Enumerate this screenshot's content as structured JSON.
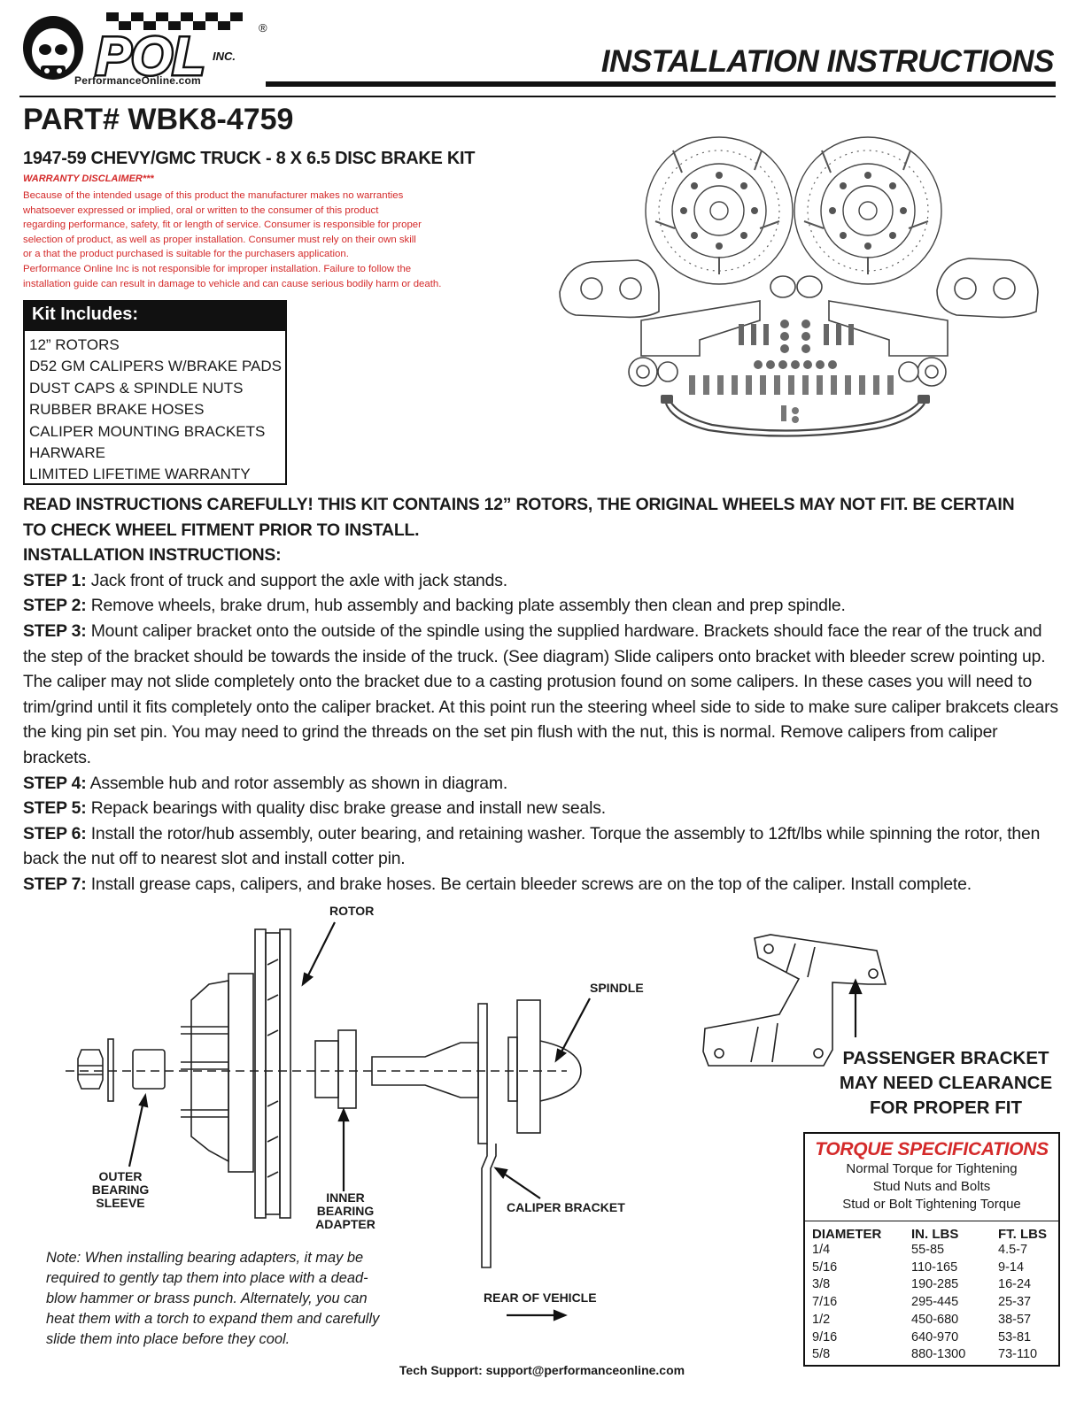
{
  "header": {
    "logo_url_text": "PerformanceOnline.com",
    "logo_letters": "POL",
    "logo_suffix": "INC.",
    "registered": "®",
    "title": "INSTALLATION INSTRUCTIONS"
  },
  "product": {
    "part_number": "PART# WBK8-4759",
    "subtitle": "1947-59 CHEVY/GMC TRUCK - 8 X 6.5 DISC BRAKE KIT"
  },
  "warranty": {
    "title": "WARRANTY DISCLAIMER***",
    "lines": [
      "Because of the intended usage of this product the manufacturer makes no warranties",
      "whatsoever expressed or implied, oral or written to the consumer of this product",
      "regarding performance, safety, fit or length of service. Consumer is responsible for proper",
      "selection of product, as well as proper installation. Consumer must rely on their own skill",
      "or a that the product purchased is suitable for the purchasers application.",
      "Performance Online Inc is not responsible for improper installation. Failure to follow the",
      "installation guide can result in damage to vehicle and can cause serious bodily harm or death."
    ]
  },
  "kit": {
    "title": "Kit Includes:",
    "items": [
      "12” ROTORS",
      "D52 GM CALIPERS W/BRAKE PADS",
      "DUST CAPS & SPINDLE NUTS",
      "RUBBER BRAKE HOSES",
      "CALIPER MOUNTING BRACKETS",
      "HARWARE",
      "LIMITED LIFETIME WARRANTY"
    ]
  },
  "instructions": {
    "warning_1": "READ INSTRUCTIONS CAREFULLY! THIS KIT CONTAINS 12” ROTORS, THE ORIGINAL WHEELS MAY NOT FIT. BE CERTAIN",
    "warning_2": "TO CHECK WHEEL FITMENT PRIOR TO INSTALL.",
    "heading": "INSTALLATION INSTRUCTIONS:",
    "steps": [
      {
        "label": "STEP 1:",
        "text": " Jack front of truck and support the axle with jack stands."
      },
      {
        "label": "STEP 2:",
        "text": " Remove wheels, brake drum, hub assembly and backing plate assembly then clean and prep spindle."
      },
      {
        "label": "STEP 3:",
        "text": " Mount caliper bracket onto the outside of the spindle using the supplied hardware. Brackets should face the rear of the truck and the step of the bracket should be towards the inside of the truck. (See diagram) Slide calipers onto bracket with bleeder screw pointing up. The caliper may not slide completely onto the bracket due to a casting protusion found on some calipers. In these cases you will need to trim/grind until it fits completely onto the caliper bracket. At this point run the steering wheel side to side to make sure caliper brakcets clears the king pin set pin. You may need to grind the threads on the set pin flush with the nut, this is normal. Remove calipers from caliper brackets."
      },
      {
        "label": "STEP 4:",
        "text": " Assemble hub and rotor assembly as shown in diagram."
      },
      {
        "label": "STEP 5:",
        "text": " Repack bearings with quality disc brake grease and install new seals."
      },
      {
        "label": "STEP 6:",
        "text": " Install the rotor/hub assembly, outer bearing, and retaining washer. Torque the assembly to 12ft/lbs while spinning the rotor, then back the nut off to nearest slot and install cotter pin."
      },
      {
        "label": "STEP 7:",
        "text": " Install grease caps, calipers, and brake hoses. Be certain bleeder screws are on the top of the caliper. Install complete."
      }
    ]
  },
  "diagram": {
    "rotor": "ROTOR",
    "spindle": "SPINDLE",
    "outer_bearing_1": "OUTER",
    "outer_bearing_2": "BEARING",
    "outer_bearing_3": "SLEEVE",
    "inner_bearing_1": "INNER",
    "inner_bearing_2": "BEARING",
    "inner_bearing_3": "ADAPTER",
    "caliper_bracket": "CALIPER BRACKET",
    "rear_of_vehicle": "REAR OF VEHICLE",
    "passenger_note_1": "PASSENGER BRACKET",
    "passenger_note_2": "MAY NEED CLEARANCE",
    "passenger_note_3": "FOR PROPER FIT"
  },
  "note": "Note: When installing bearing adapters, it may be required to gently tap them into place with a dead-blow hammer or brass punch. Alternately, you can heat them with a torch to expand them and carefully slide them into place before they cool.",
  "torque": {
    "title": "TORQUE SPECIFICATIONS",
    "sub_1": "Normal Torque for Tightening",
    "sub_2": "Stud Nuts and Bolts",
    "sub_3": "Stud or Bolt Tightening Torque",
    "headers": [
      "DIAMETER",
      "IN. LBS",
      "FT. LBS"
    ],
    "rows": [
      [
        "1/4",
        "55-85",
        "4.5-7"
      ],
      [
        "5/16",
        "110-165",
        "9-14"
      ],
      [
        "3/8",
        "190-285",
        "16-24"
      ],
      [
        "7/16",
        "295-445",
        "25-37"
      ],
      [
        "1/2",
        "450-680",
        "38-57"
      ],
      [
        "9/16",
        "640-970",
        "53-81"
      ],
      [
        "5/8",
        "880-1300",
        "73-110"
      ]
    ]
  },
  "footer": {
    "tech_support": "Tech Support: support@performanceonline.com"
  },
  "colors": {
    "warning_red": "#d42a2a",
    "ink": "#111111"
  }
}
